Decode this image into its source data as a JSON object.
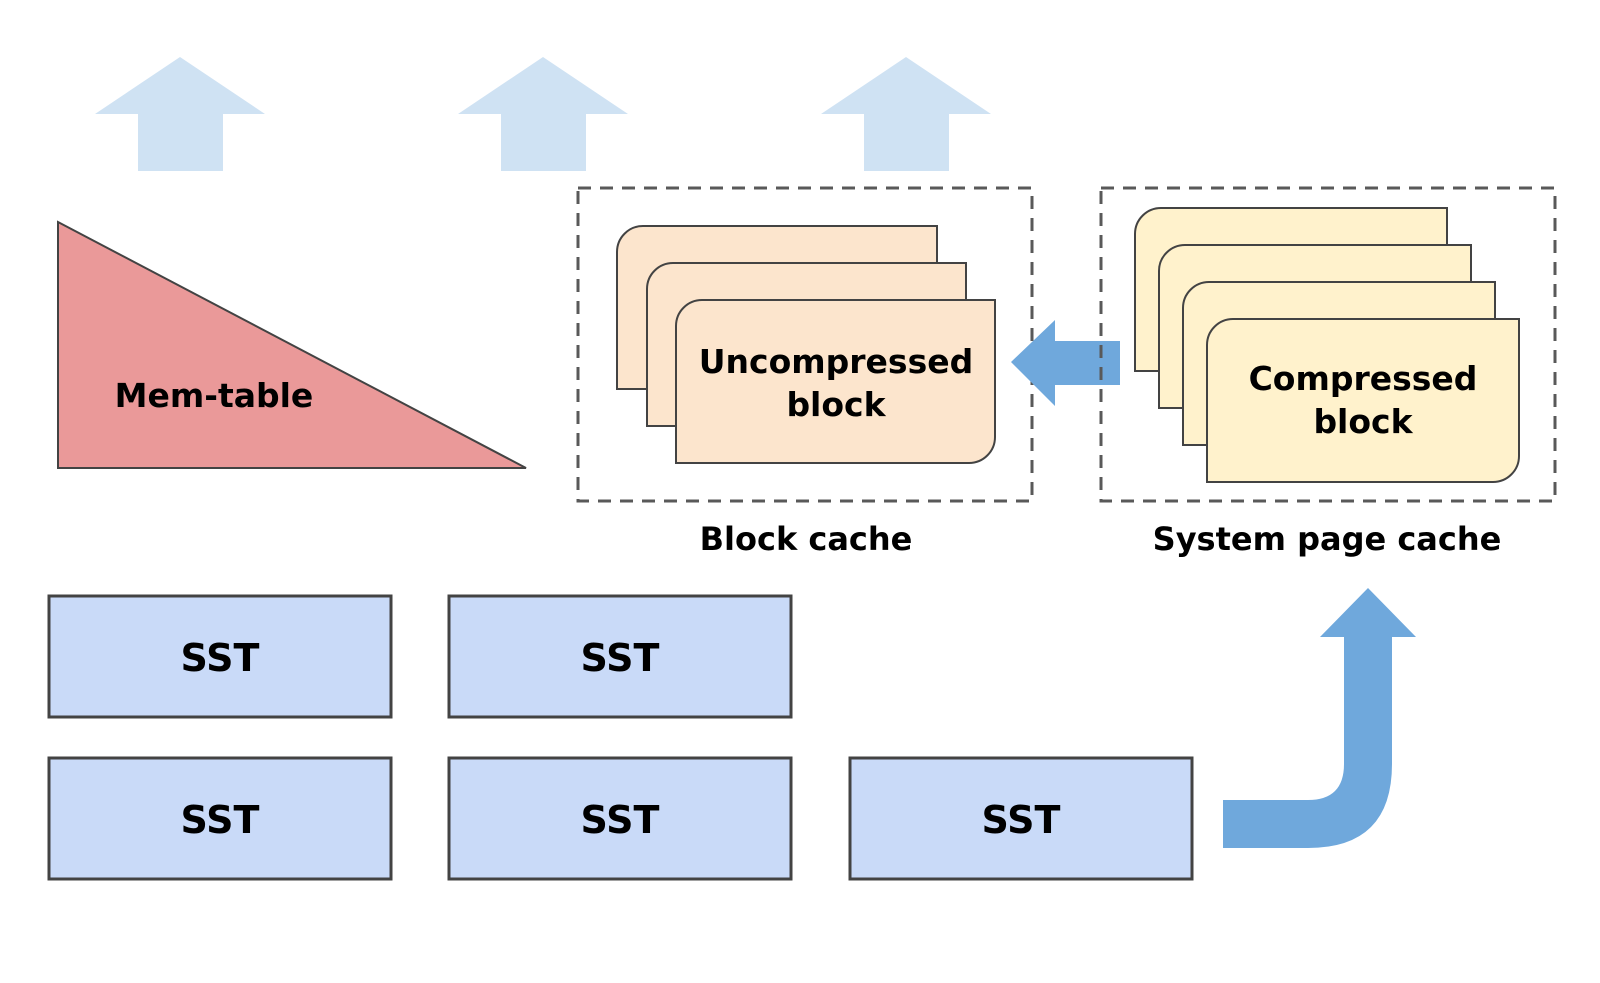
{
  "memtable": {
    "label": "Mem-table",
    "color": "#ea9999"
  },
  "block_cache": {
    "caption": "Block cache",
    "block_label_line1": "Uncompressed",
    "block_label_line2": "block",
    "block_color": "#fce5cd"
  },
  "page_cache": {
    "caption": "System page cache",
    "block_label_line1": "Compressed",
    "block_label_line2": "block",
    "block_color": "#fff2cc"
  },
  "sst": {
    "label": "SST",
    "color": "#c9daf8",
    "rows": [
      {
        "boxes": [
          "SST",
          "SST"
        ]
      },
      {
        "boxes": [
          "SST",
          "SST",
          "SST"
        ]
      }
    ]
  },
  "colors": {
    "faint_arrow": "#cfe2f3",
    "flow_arrow": "#6fa8dc",
    "outline": "#434343"
  }
}
